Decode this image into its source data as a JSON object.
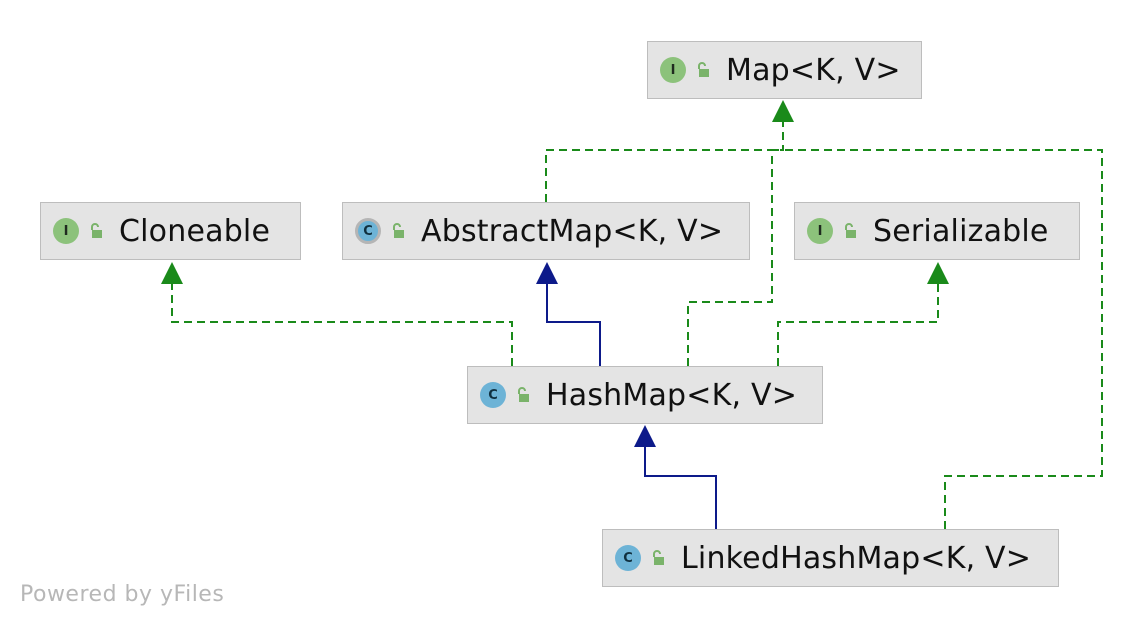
{
  "nodes": {
    "map": {
      "kind": "interface",
      "badge": "I",
      "name": "Map<K, V>"
    },
    "cloneable": {
      "kind": "interface",
      "badge": "I",
      "name": "Cloneable"
    },
    "abstractmap": {
      "kind": "abstract-class",
      "badge": "C",
      "name": "AbstractMap<K, V>"
    },
    "serializable": {
      "kind": "interface",
      "badge": "I",
      "name": "Serializable"
    },
    "hashmap": {
      "kind": "class",
      "badge": "C",
      "name": "HashMap<K, V>"
    },
    "linkedhashmap": {
      "kind": "class",
      "badge": "C",
      "name": "LinkedHashMap<K, V>"
    }
  },
  "edges": [
    {
      "from": "HashMap<K, V>",
      "to": "AbstractMap<K, V>",
      "relation": "extends"
    },
    {
      "from": "HashMap<K, V>",
      "to": "Cloneable",
      "relation": "implements"
    },
    {
      "from": "HashMap<K, V>",
      "to": "Map<K, V>",
      "relation": "implements"
    },
    {
      "from": "HashMap<K, V>",
      "to": "Serializable",
      "relation": "implements"
    },
    {
      "from": "AbstractMap<K, V>",
      "to": "Map<K, V>",
      "relation": "implements"
    },
    {
      "from": "LinkedHashMap<K, V>",
      "to": "HashMap<K, V>",
      "relation": "extends"
    },
    {
      "from": "LinkedHashMap<K, V>",
      "to": "Map<K, V>",
      "relation": "implements"
    }
  ],
  "colors": {
    "implements": "#1a8a1a",
    "extends": "#0d1a8a",
    "node_fill": "#e4e4e4",
    "node_border": "#bdbdbd"
  },
  "icons": {
    "visibility": "unlocked-padlock-icon"
  },
  "watermark": "Powered by yFiles"
}
